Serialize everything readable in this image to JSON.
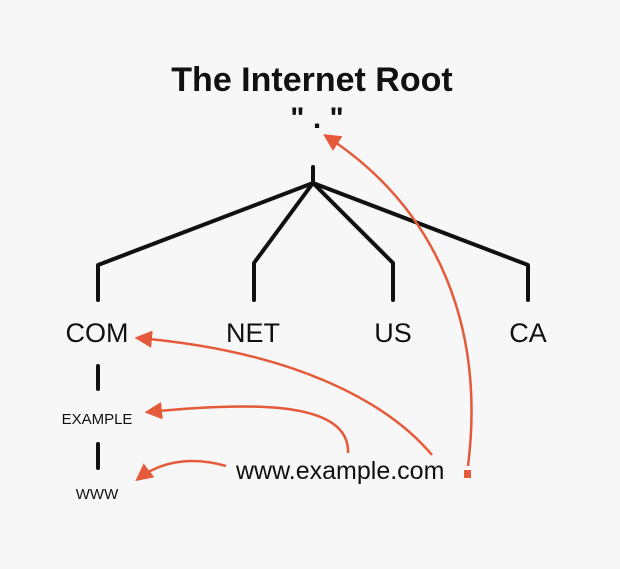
{
  "diagram": {
    "title": "The Internet Root",
    "root_label": "\" . \"",
    "tld_nodes": [
      "COM",
      "NET",
      "US",
      "CA"
    ],
    "example_label": "EXAMPLE",
    "www_label": "WWW",
    "domain": "www.example.com"
  },
  "colors": {
    "tree": "#111111",
    "arrow": "#e55a3a",
    "background": "#f7f7f7"
  }
}
